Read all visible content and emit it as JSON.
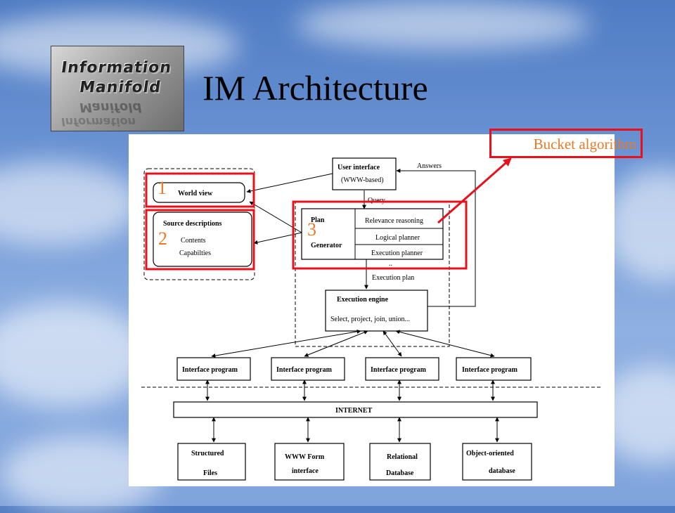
{
  "slide": {
    "title": "IM Architecture",
    "logo": {
      "line1": "Information",
      "line2": "Manifold"
    },
    "callout": "Bucket algorithm"
  },
  "diagram": {
    "user_interface": {
      "title": "User interface",
      "sub": "(WWW-based)"
    },
    "edges": {
      "answers": "Answers",
      "query": "Query",
      "execution_plan": "Execution plan"
    },
    "world_view": "World view",
    "source_descriptions": {
      "title": "Source descriptions",
      "items": [
        "Contents",
        "Capabilties"
      ]
    },
    "plan_generator": {
      "line1": "Plan",
      "line2": "Generator",
      "modules": [
        "Relevance reasoning",
        "Logical planner",
        "Execution planner"
      ],
      "ellipsis": ".."
    },
    "execution_engine": {
      "title": "Execution engine",
      "sub": "Select, project, join, union..."
    },
    "interface_programs": [
      "Interface program",
      "Interface program",
      "Interface program",
      "Interface program"
    ],
    "internet": "INTERNET",
    "sources": [
      {
        "line1": "Structured",
        "line2": "Files"
      },
      {
        "line1": "WWW Form",
        "line2": "interface"
      },
      {
        "line1": "Relational",
        "line2": "Database"
      },
      {
        "line1": "Object-oriented",
        "line2": "database"
      }
    ],
    "highlights": [
      "1",
      "2",
      "3"
    ]
  }
}
